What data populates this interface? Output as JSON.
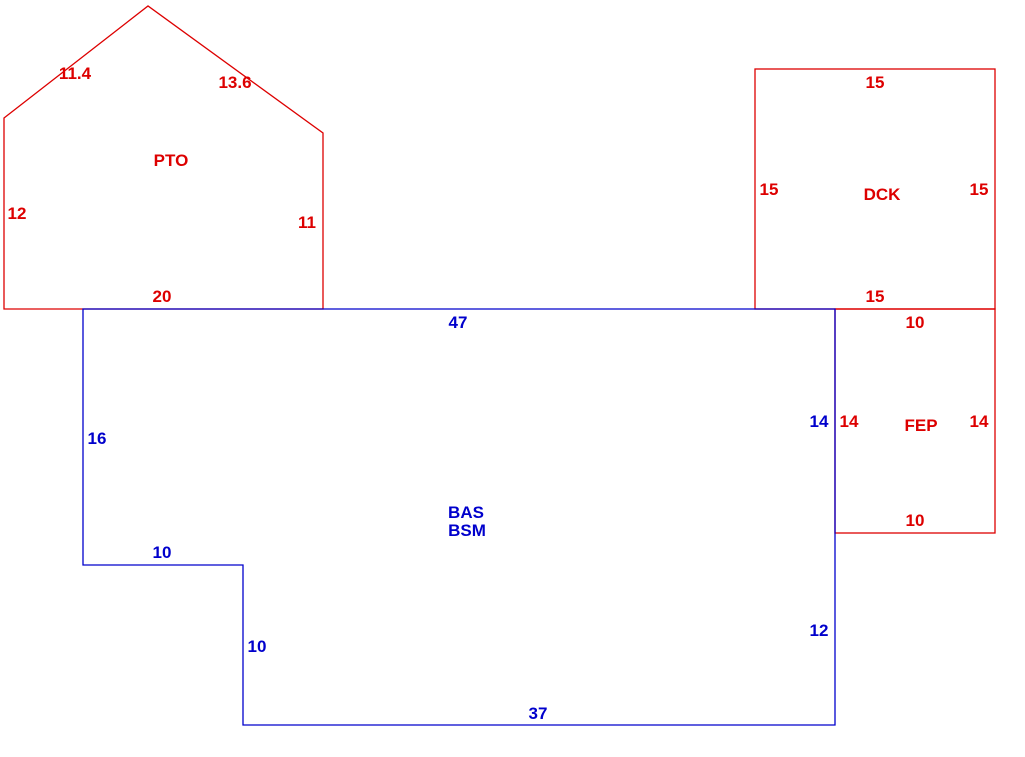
{
  "colors": {
    "main_structure": "#0000cc",
    "additions": "#dd0000",
    "background": "#ffffff"
  },
  "areas": {
    "pto": {
      "label": "PTO",
      "sides": {
        "left_roof": "11.4",
        "right_roof": "13.6",
        "left": "12",
        "right": "11",
        "bottom": "20"
      }
    },
    "dck": {
      "label": "DCK",
      "sides": {
        "top": "15",
        "left": "15",
        "right": "15",
        "bottom": "15"
      }
    },
    "fep": {
      "label": "FEP",
      "sides": {
        "top": "10",
        "left": "14",
        "right": "14",
        "bottom": "10"
      }
    },
    "bas": {
      "labels": [
        "BAS",
        "BSM"
      ],
      "sides": {
        "top": "47",
        "left": "16",
        "step_top": "10",
        "step_side": "10",
        "bottom": "37",
        "right_lower": "12",
        "right_upper": "14"
      }
    }
  }
}
